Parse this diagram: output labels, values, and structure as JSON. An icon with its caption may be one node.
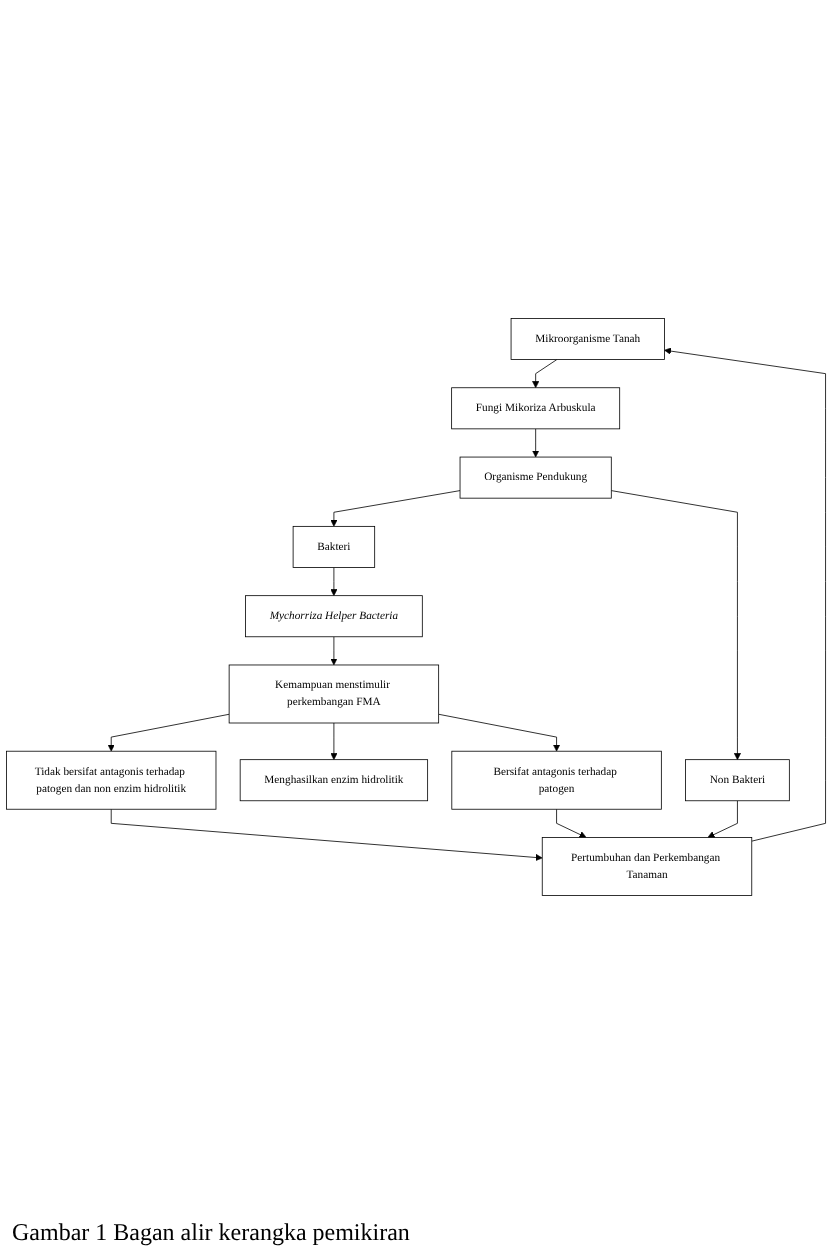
{
  "diagram": {
    "caption": "Gambar 1 Bagan alir kerangka pemikiran",
    "nodes": [
      {
        "text": [
          "Mikroorganisme Tanah"
        ]
      },
      {
        "text": [
          "Fungi Mikoriza Arbuskula"
        ]
      },
      {
        "text": [
          "Organisme Pendukung"
        ]
      },
      {
        "text": [
          "Bakteri"
        ]
      },
      {
        "text": [
          "Non Bakteri"
        ]
      },
      {
        "text": [
          "Mychorriza Helper Bacteria"
        ]
      },
      {
        "text": [
          "Kemampuan menstimulir perkembangan FMA"
        ]
      },
      {
        "text": [
          "Menghasilkan enzim hidrolitik"
        ]
      },
      {
        "text": [
          "Tidak bersifat antagonis terhadap patogen dan non enzim hidrolitik"
        ]
      },
      {
        "text": [
          "Bersifat antagonis terhadap patogen"
        ]
      },
      {
        "text": [
          "Pertumbuhan dan Perkembangan Tanaman"
        ]
      }
    ],
    "edges": [
      {
        "from": 0,
        "to": 1,
        "arrow": "to"
      },
      {
        "from": 1,
        "to": 2,
        "arrow": "to"
      },
      {
        "from": 2,
        "to": 3,
        "arrow": "to"
      },
      {
        "from": 2,
        "to": 4,
        "arrow": "to"
      },
      {
        "from": 3,
        "to": 5,
        "arrow": "to"
      },
      {
        "from": 5,
        "to": 6,
        "arrow": "to"
      },
      {
        "from": 6,
        "to": 7,
        "arrow": "to"
      },
      {
        "from": 6,
        "to": 8,
        "arrow": "to"
      },
      {
        "from": 6,
        "to": 9,
        "arrow": "to"
      },
      {
        "from": 8,
        "to": 10,
        "arrow": "to"
      },
      {
        "from": 9,
        "to": 10,
        "arrow": "to"
      },
      {
        "from": 10,
        "to": 0,
        "arrow": "to"
      },
      {
        "from": 4,
        "to": 10,
        "arrow": "to"
      }
    ]
  }
}
